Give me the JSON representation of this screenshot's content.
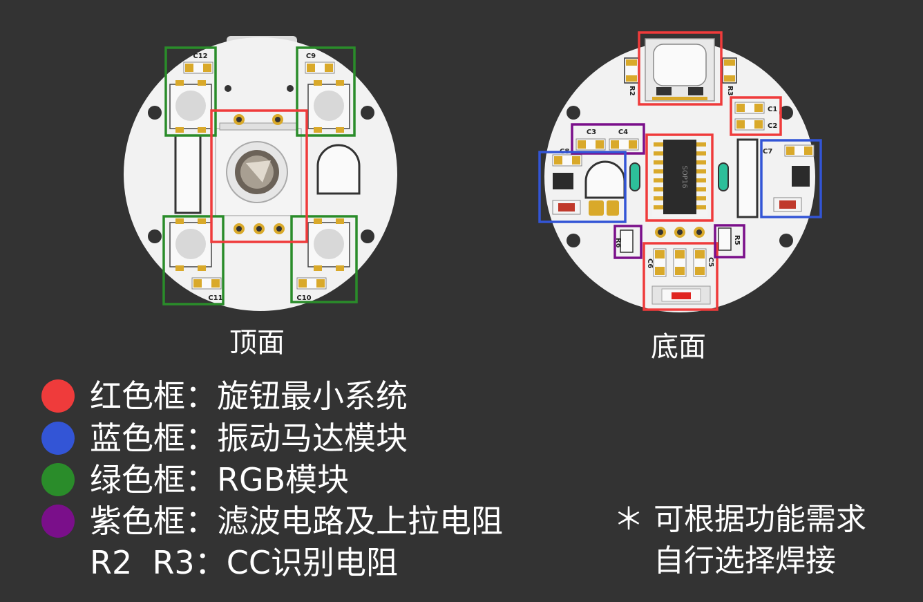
{
  "captions": {
    "top": "顶面",
    "bottom": "底面"
  },
  "colors": {
    "background": "#333333",
    "pcb": "#f2f2f2",
    "red": "#ef3b3b",
    "blue": "#3355d6",
    "green": "#2a8c2a",
    "purple": "#7a0f8a",
    "pad": "#d9a92a"
  },
  "top_labels": {
    "c12": "C12",
    "c9": "C9",
    "c11": "C11",
    "c10": "C10"
  },
  "bottom_labels": {
    "r2": "R2",
    "r3": "R3",
    "c1": "C1",
    "c2": "C2",
    "c3": "C3",
    "c4": "C4",
    "c8": "C8",
    "c7": "C7",
    "r6": "R6",
    "r5": "R5",
    "c6": "C6",
    "c5": "C5",
    "chip": "SOP16"
  },
  "legend": [
    {
      "color": "#ef3b3b",
      "text": "红色框：旋钮最小系统"
    },
    {
      "color": "#3355d6",
      "text": "蓝色框：振动马达模块"
    },
    {
      "color": "#2a8c2a",
      "text": "绿色框：RGB模块"
    },
    {
      "color": "#7a0f8a",
      "text": "紫色框：滤波电路及上拉电阻"
    },
    {
      "color": null,
      "text": "R2  R3：CC识别电阻"
    }
  ],
  "note": {
    "line1": "＊ 可根据功能需求",
    "line2": "自行选择焊接"
  }
}
